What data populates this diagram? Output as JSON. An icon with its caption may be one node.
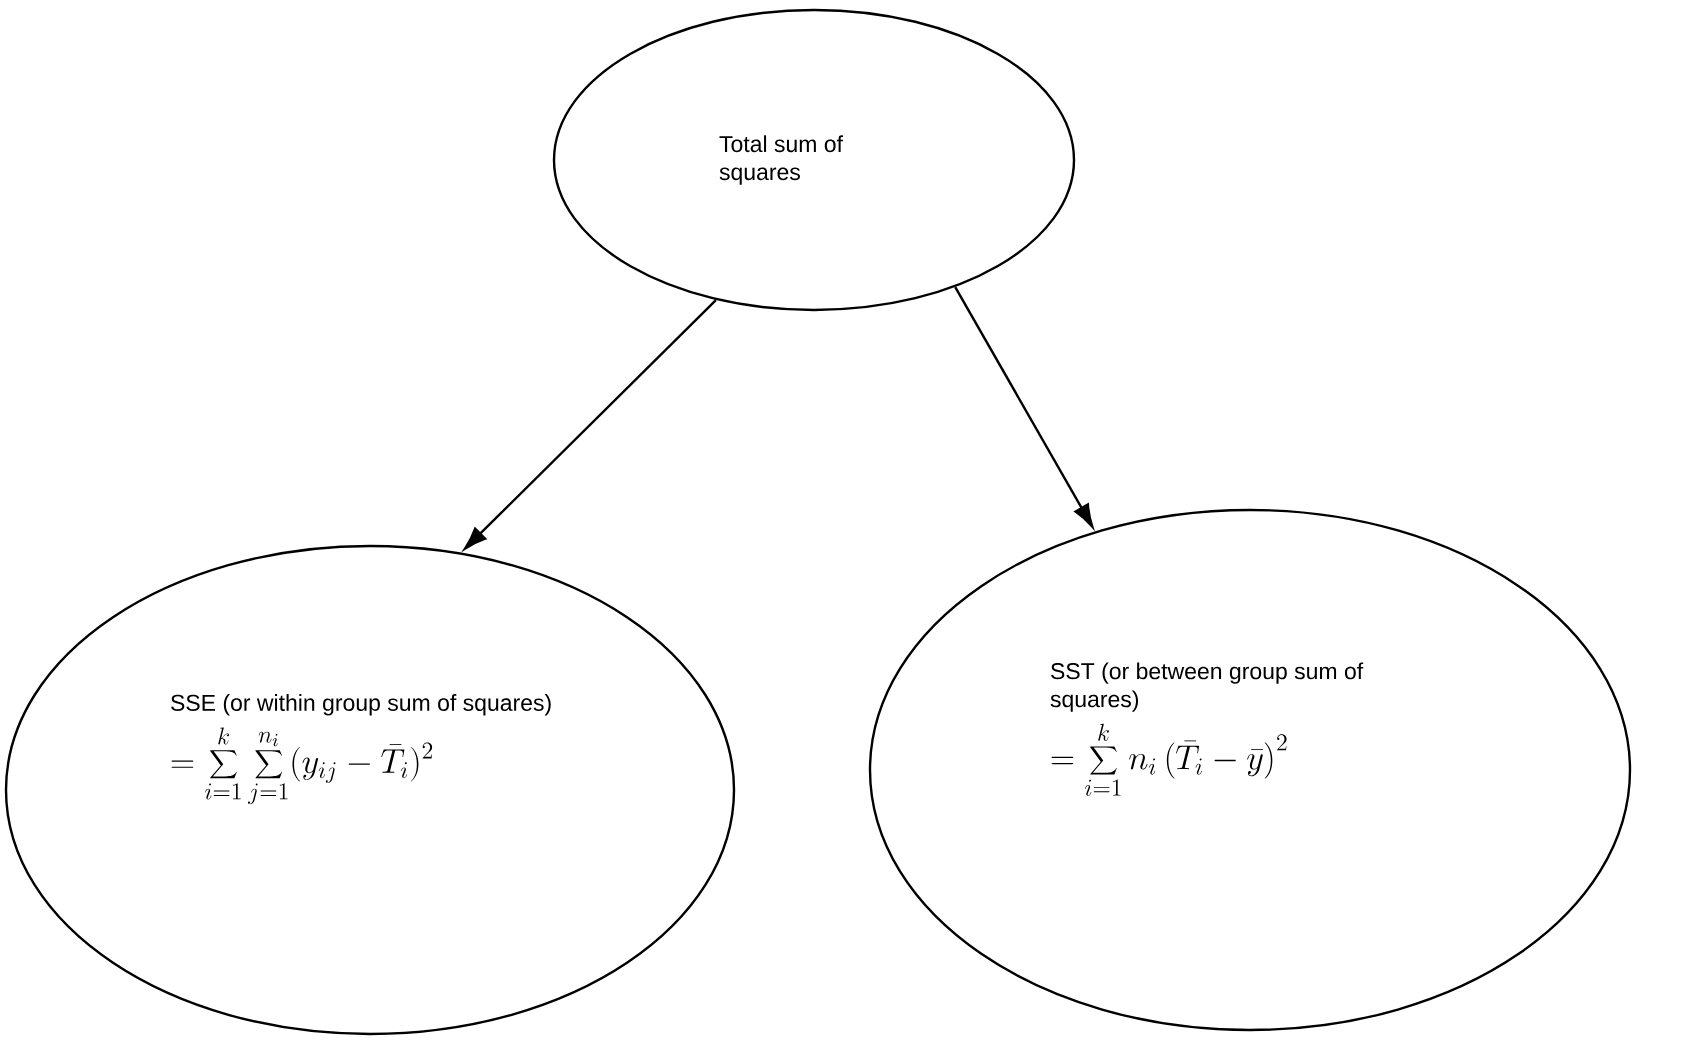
{
  "diagram": {
    "nodes": [
      {
        "text": [
          "Total sum of squares"
        ]
      },
      {
        "text": [
          "SSE (or within group sum of squares)",
          "= \\sum_{i=1}^{k}\\sum_{j=1}^{n_i}(y_{ij}-\\bar{T}_i)^2"
        ]
      },
      {
        "text": [
          "SST (or between group sum of squares)",
          "=\\sum_{i=1}^{k} n_i \\left(\\bar{T}_i-\\bar{y}\\right)^2"
        ]
      }
    ],
    "edges": [
      {
        "from": 0,
        "to": 1,
        "arrow": "to"
      },
      {
        "from": 0,
        "to": 2,
        "arrow": "to"
      }
    ]
  }
}
